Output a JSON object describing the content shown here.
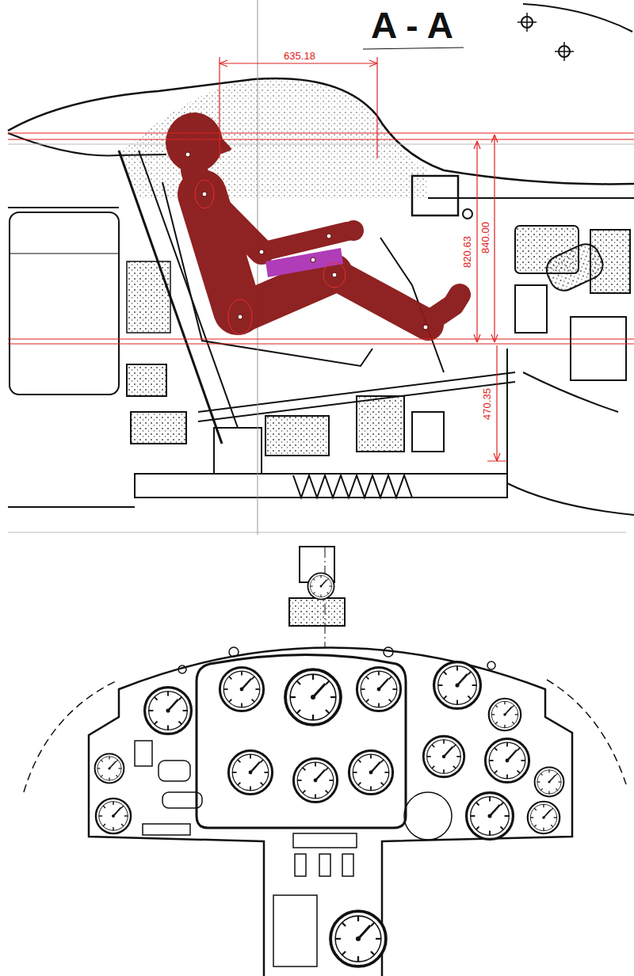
{
  "diagram": {
    "title": "A - A",
    "labels": [
      "635.18",
      "820.63",
      "840.00",
      "470.35"
    ]
  }
}
